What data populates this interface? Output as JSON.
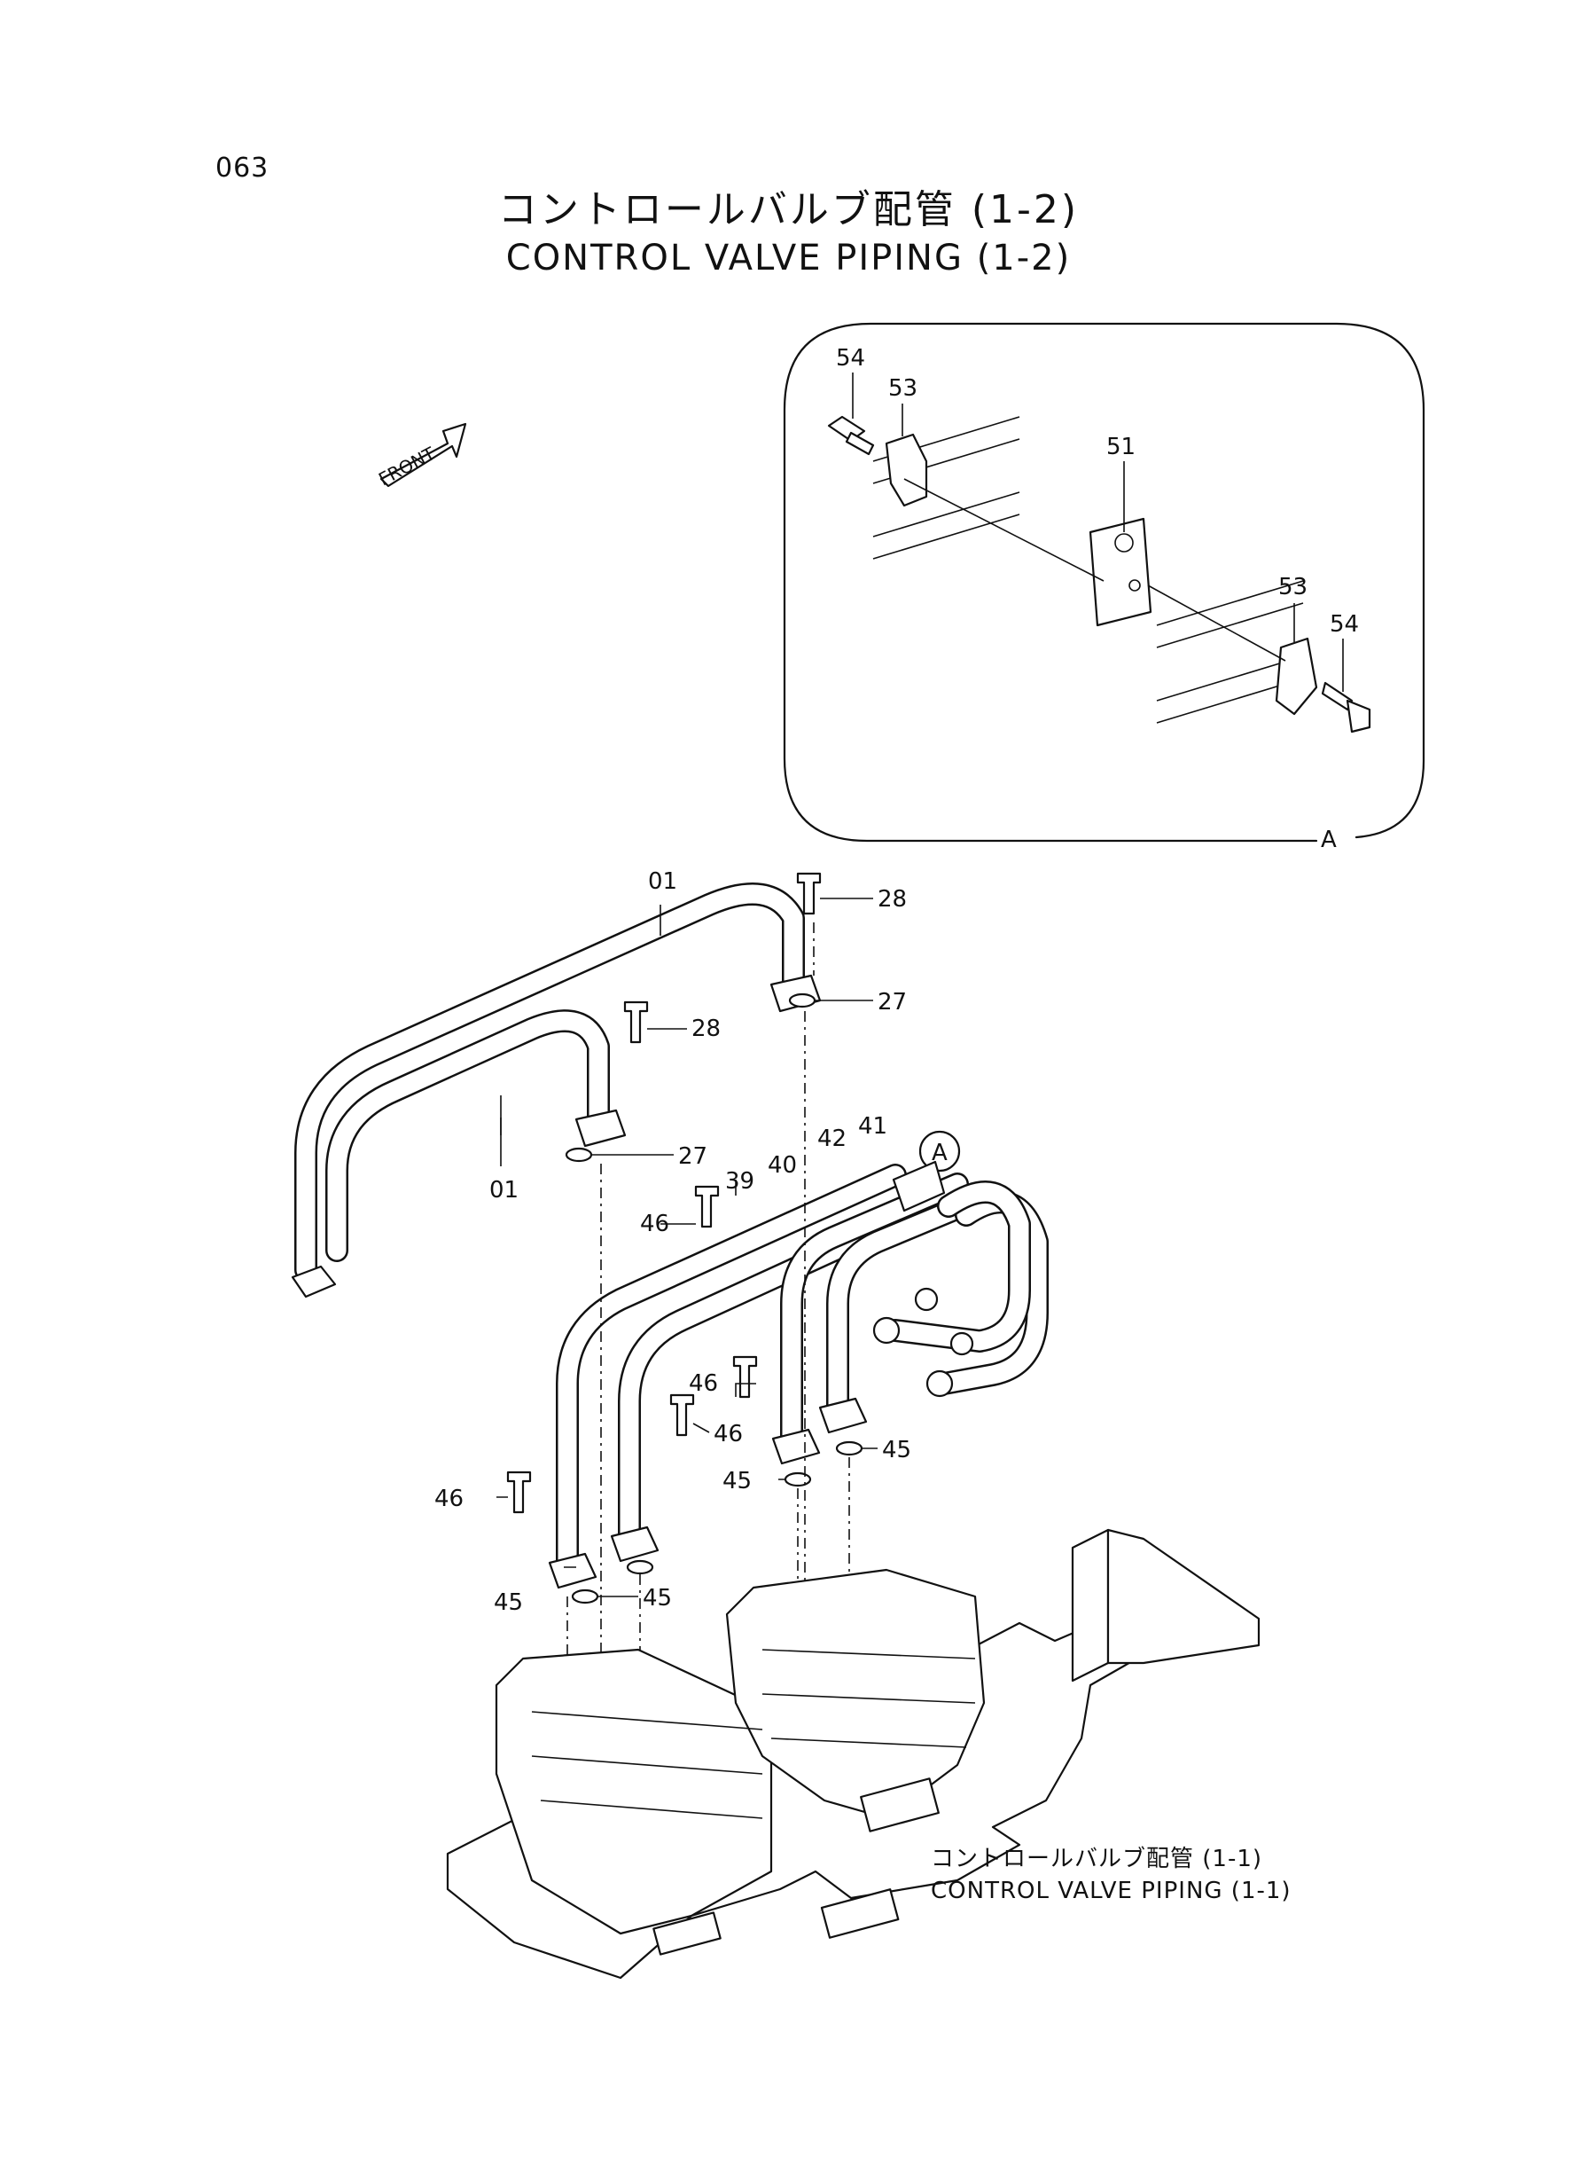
{
  "page": {
    "number": "063"
  },
  "title": {
    "japanese": "コントロールバルブ配管 (1-2)",
    "english": "CONTROL VALVE PIPING (1-2)"
  },
  "front_marker": {
    "label": "FRONT"
  },
  "detail_view": {
    "label": "A"
  },
  "detail_callout": {
    "label": "A"
  },
  "reference_note": {
    "japanese": "コントロールバルブ配管 (1-1)",
    "english": "CONTROL VALVE PIPING (1-1)"
  },
  "part_callouts": {
    "p54_top": "54",
    "p53_top": "53",
    "p51": "51",
    "p53_bottom": "53",
    "p54_bottom": "54",
    "p01_upper": "01",
    "p01_lower": "01",
    "p28_right": "28",
    "p28_left": "28",
    "p27_right": "27",
    "p27_left": "27",
    "p39": "39",
    "p40": "40",
    "p41": "41",
    "p42": "42",
    "p46_a": "46",
    "p46_b": "46",
    "p46_c": "46",
    "p46_d": "46",
    "p45_a": "45",
    "p45_b": "45",
    "p45_c": "45",
    "p45_d": "45"
  }
}
